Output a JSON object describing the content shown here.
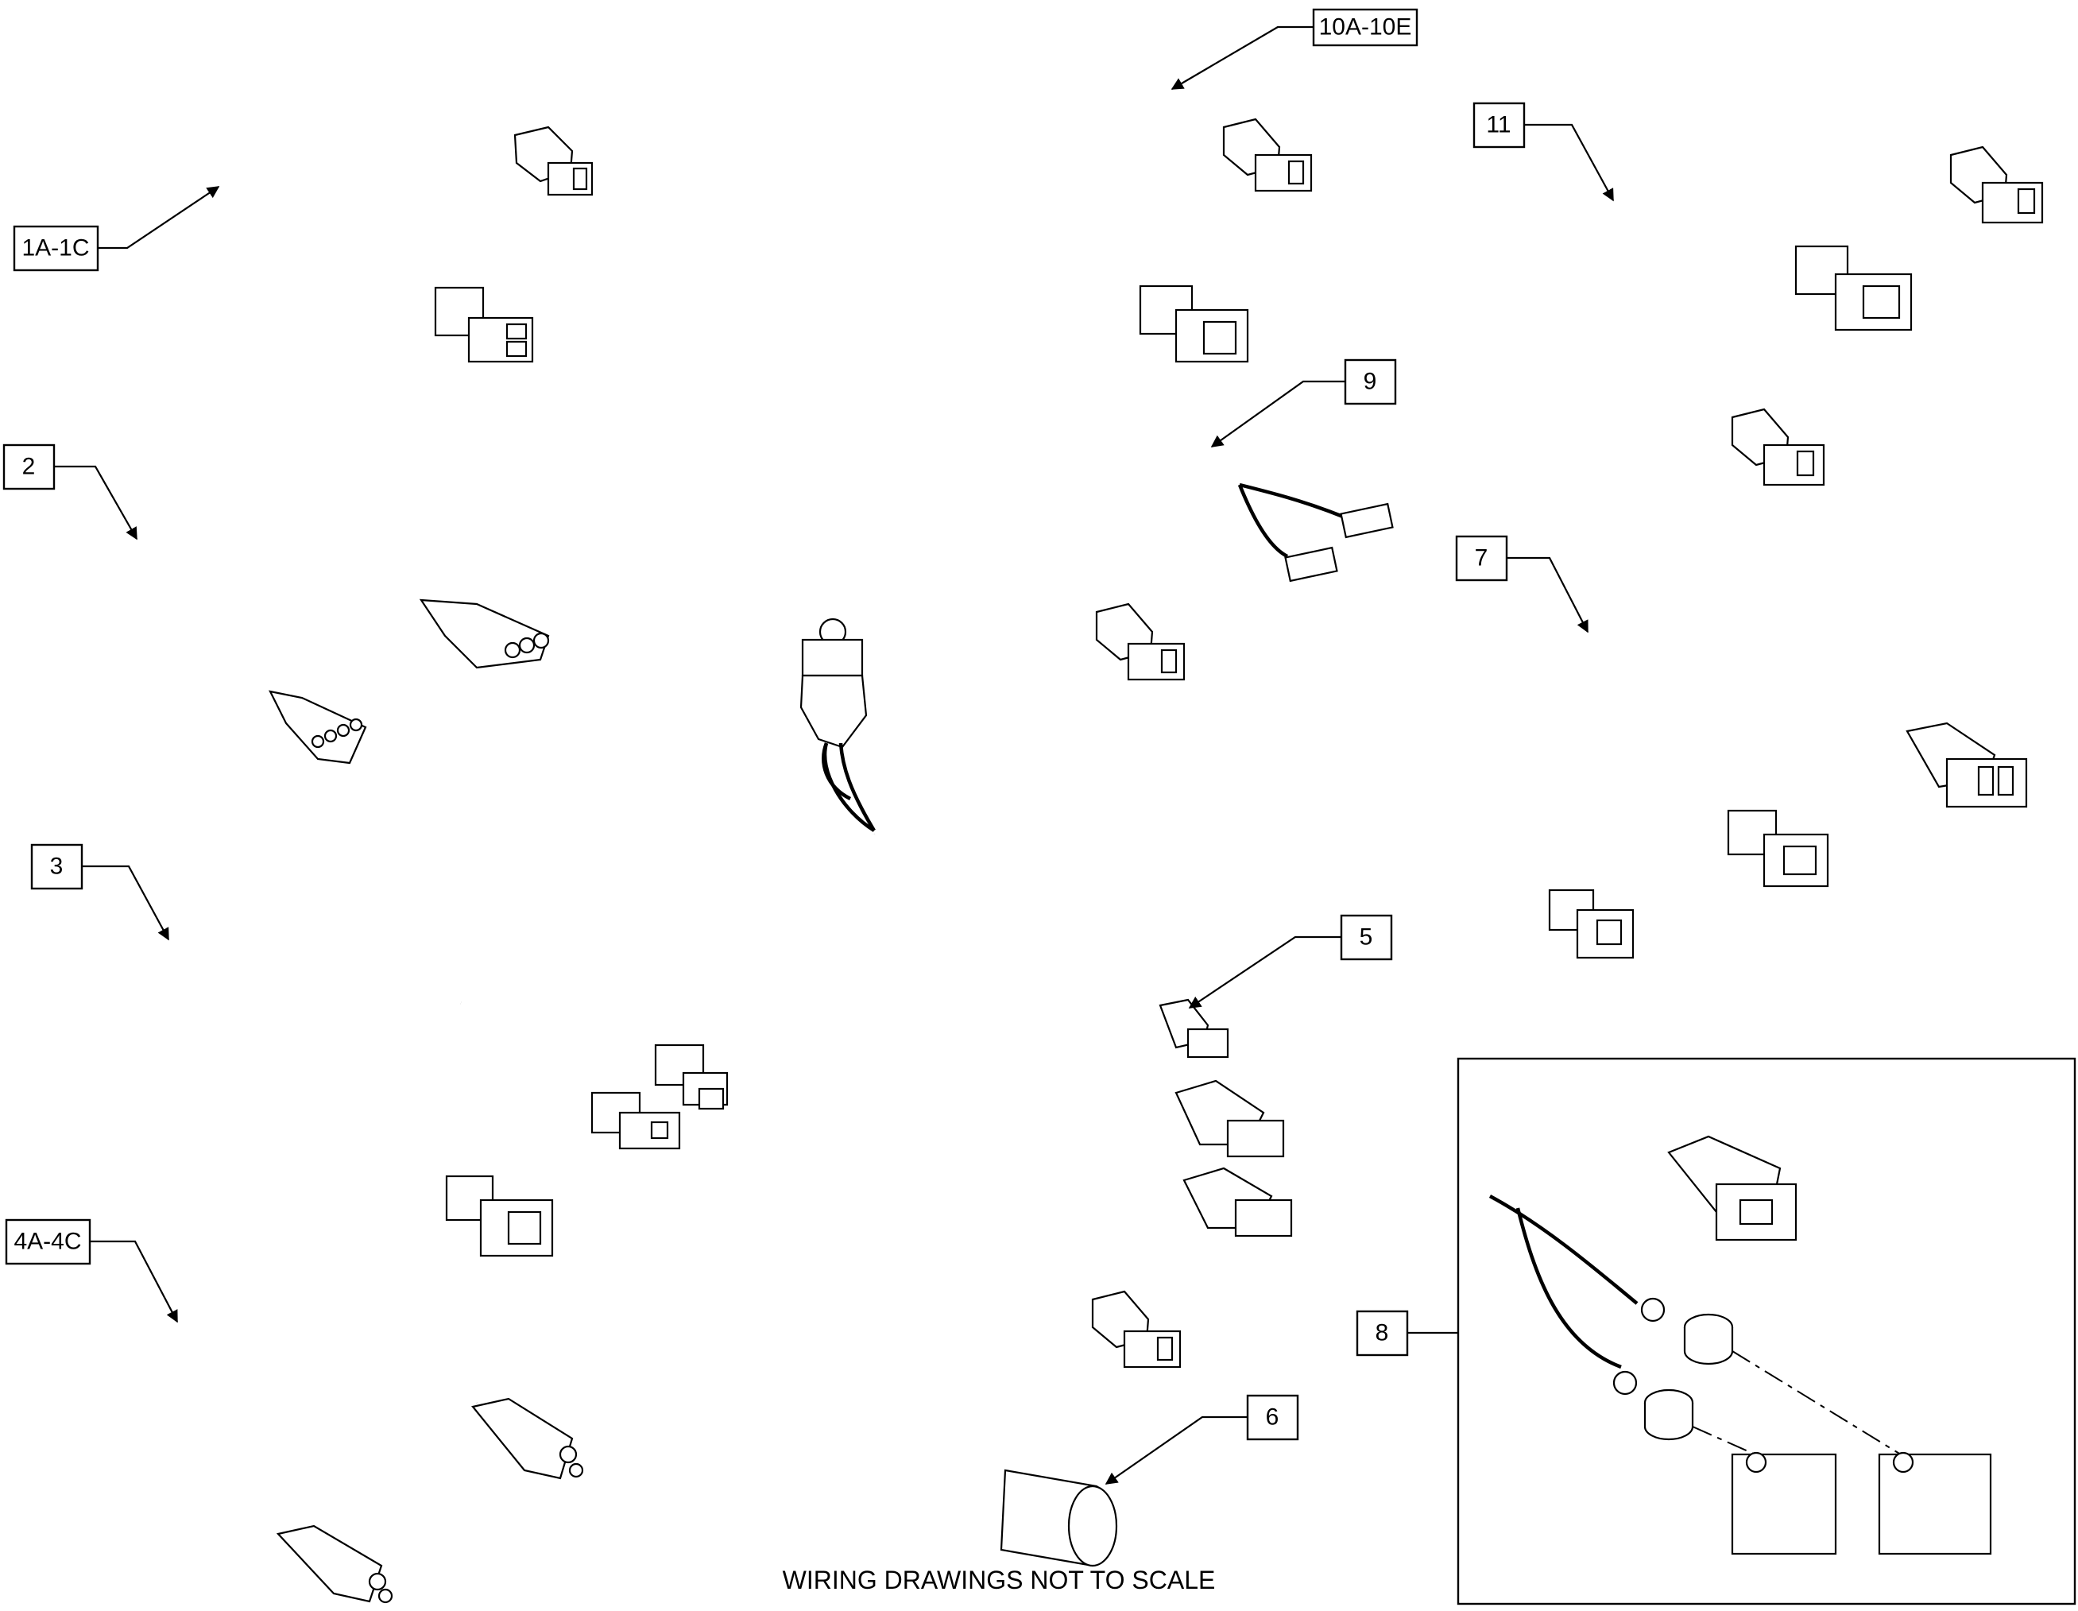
{
  "callouts": {
    "c1": "1A-1C",
    "c2": "2",
    "c3": "3",
    "c4": "4A-4C",
    "c5": "5",
    "c6": "6",
    "c7": "7",
    "c8": "8",
    "c9": "9",
    "c10": "10A-10E",
    "c11": "11"
  },
  "caption": "WIRING DRAWINGS NOT TO SCALE"
}
